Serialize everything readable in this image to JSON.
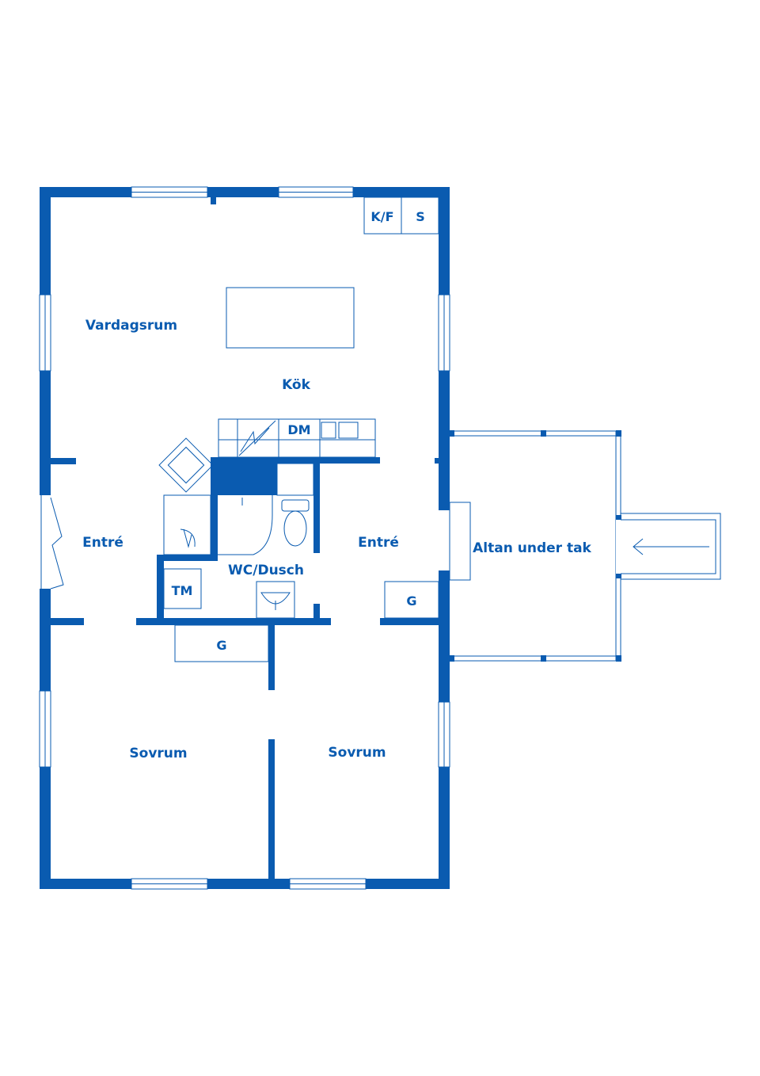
{
  "colors": {
    "wall": "#0a5bb0",
    "background": "#ffffff"
  },
  "rooms": {
    "vardagsrum": "Vardagsrum",
    "kok": "Kök",
    "entre_left": "Entré",
    "entre_right": "Entré",
    "wc": "WC/Dusch",
    "altan": "Altan under tak",
    "sovrum_left": "Sovrum",
    "sovrum_right": "Sovrum"
  },
  "fixtures": {
    "kf": "K/F",
    "s": "S",
    "dm": "DM",
    "tm": "TM",
    "g_right": "G",
    "g_center": "G"
  }
}
